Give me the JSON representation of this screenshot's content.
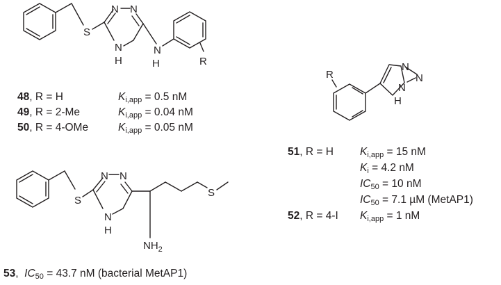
{
  "compounds": [
    {
      "id": "48",
      "r": ", R = H",
      "k_sym": "K",
      "k_sub": "i,app",
      "k_val": " = 0.5 nM"
    },
    {
      "id": "49",
      "r": ", R = 2-Me",
      "k_sym": "K",
      "k_sub": "i,app",
      "k_val": " = 0.04 nM"
    },
    {
      "id": "50",
      "r": ", R = 4-OMe",
      "k_sym": "K",
      "k_sub": "i,app",
      "k_val": " = 0.05 nM"
    },
    {
      "id": "51",
      "r": ", R = H"
    },
    {
      "id": "52",
      "r": ", R = 4-I",
      "k_sym": "K",
      "k_sub": "i,app",
      "k_val": " = 1 nM"
    },
    {
      "id": "53",
      "rest": ",  ",
      "ic_sym": "IC",
      "ic_sub": "50",
      "ic_val": " = 43.7 nM (bacterial MetAP1)"
    }
  ],
  "c51_values": [
    {
      "sym": "K",
      "sub": "i,app",
      "val": " = 15 nM"
    },
    {
      "sym": "K",
      "sub": "i",
      "val": " = 4.2 nM"
    },
    {
      "sym": "IC",
      "sub": "50",
      "val": " = 10 nM"
    },
    {
      "sym": "IC",
      "sub": "50",
      "val": " = 7.1 µM (MetAP1)"
    }
  ],
  "atom_labels": {
    "s": "S",
    "n": "N",
    "n2": "N",
    "nh_top": "N",
    "nh_bot": "H",
    "nh_n": "N",
    "nh_h": "H",
    "r": "R",
    "nh2": "NH",
    "nh2_sub": "2"
  }
}
